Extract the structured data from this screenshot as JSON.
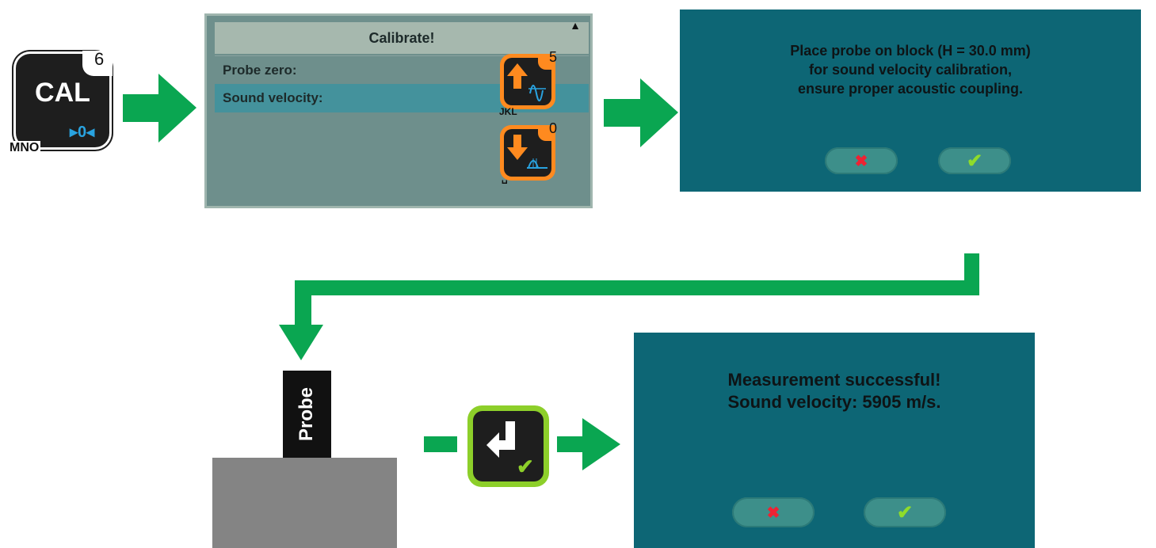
{
  "cal_key": {
    "label": "CAL",
    "zero_symbol": "▸0◂",
    "number": "6",
    "letters": "MNO"
  },
  "menu": {
    "title": "Calibrate!",
    "scroll_indicator": "▲",
    "items": [
      {
        "label": "Probe zero:"
      },
      {
        "label": "Sound velocity:"
      }
    ],
    "softkeys": [
      {
        "number": "5",
        "letters": "JKL",
        "icon": "arrow-up-icon"
      },
      {
        "number": "0",
        "letters": "␣",
        "icon": "arrow-down-icon"
      }
    ]
  },
  "dialog1": {
    "lines": [
      "Place probe on block (H = 30.0 mm)",
      "for sound velocity calibration,",
      "ensure proper acoustic coupling."
    ],
    "cancel_symbol": "✖",
    "confirm_symbol": "✔"
  },
  "probe": {
    "label": "Probe"
  },
  "enter_key": {
    "icon": "enter-icon",
    "check_symbol": "✔"
  },
  "dialog2": {
    "lines": [
      "Measurement successful!",
      "Sound velocity: 5905 m/s."
    ],
    "cancel_symbol": "✖",
    "confirm_symbol": "✔"
  },
  "colors": {
    "flow_green": "#0aa651",
    "dialog_bg": "#0d6675",
    "softkey_orange": "#ff8a1f",
    "enter_green": "#8dcf2a"
  }
}
